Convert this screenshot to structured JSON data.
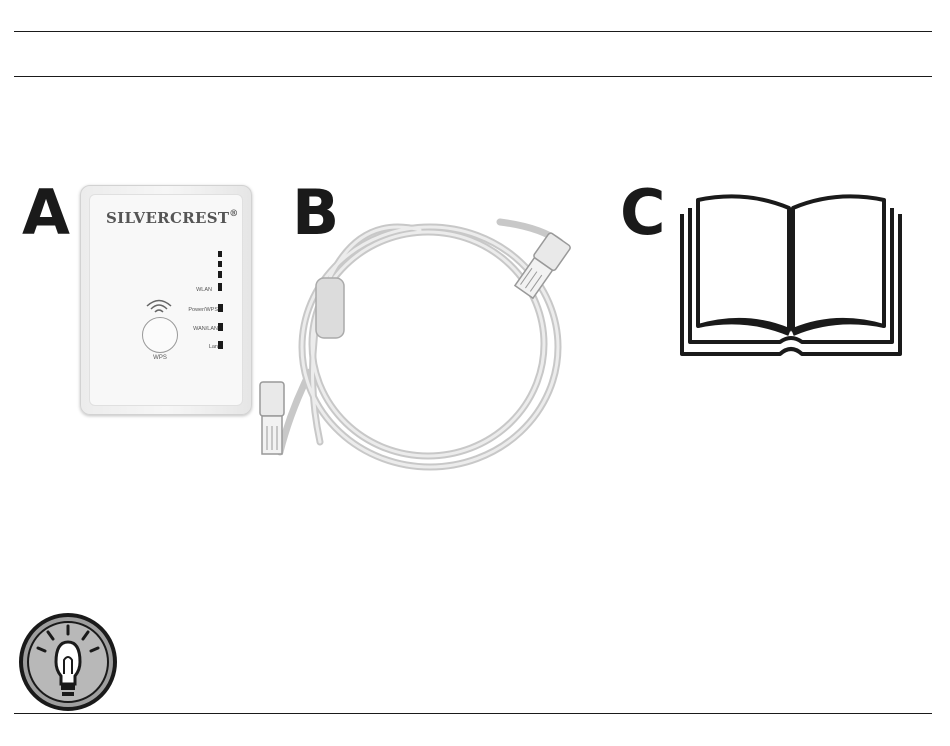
{
  "figure": {
    "items": [
      {
        "letter": "A"
      },
      {
        "letter": "B"
      },
      {
        "letter": "C"
      }
    ],
    "device": {
      "brand": "SILVERCREST",
      "registered_mark": "®",
      "led_labels": [
        "WLAN",
        "Power/WPS",
        "WAN/LAN",
        "Lan"
      ],
      "wps_label": "WPS"
    }
  },
  "icons": {
    "tip": "lightbulb-icon",
    "manual": "open-book-icon",
    "cable": "network-cable-icon"
  }
}
